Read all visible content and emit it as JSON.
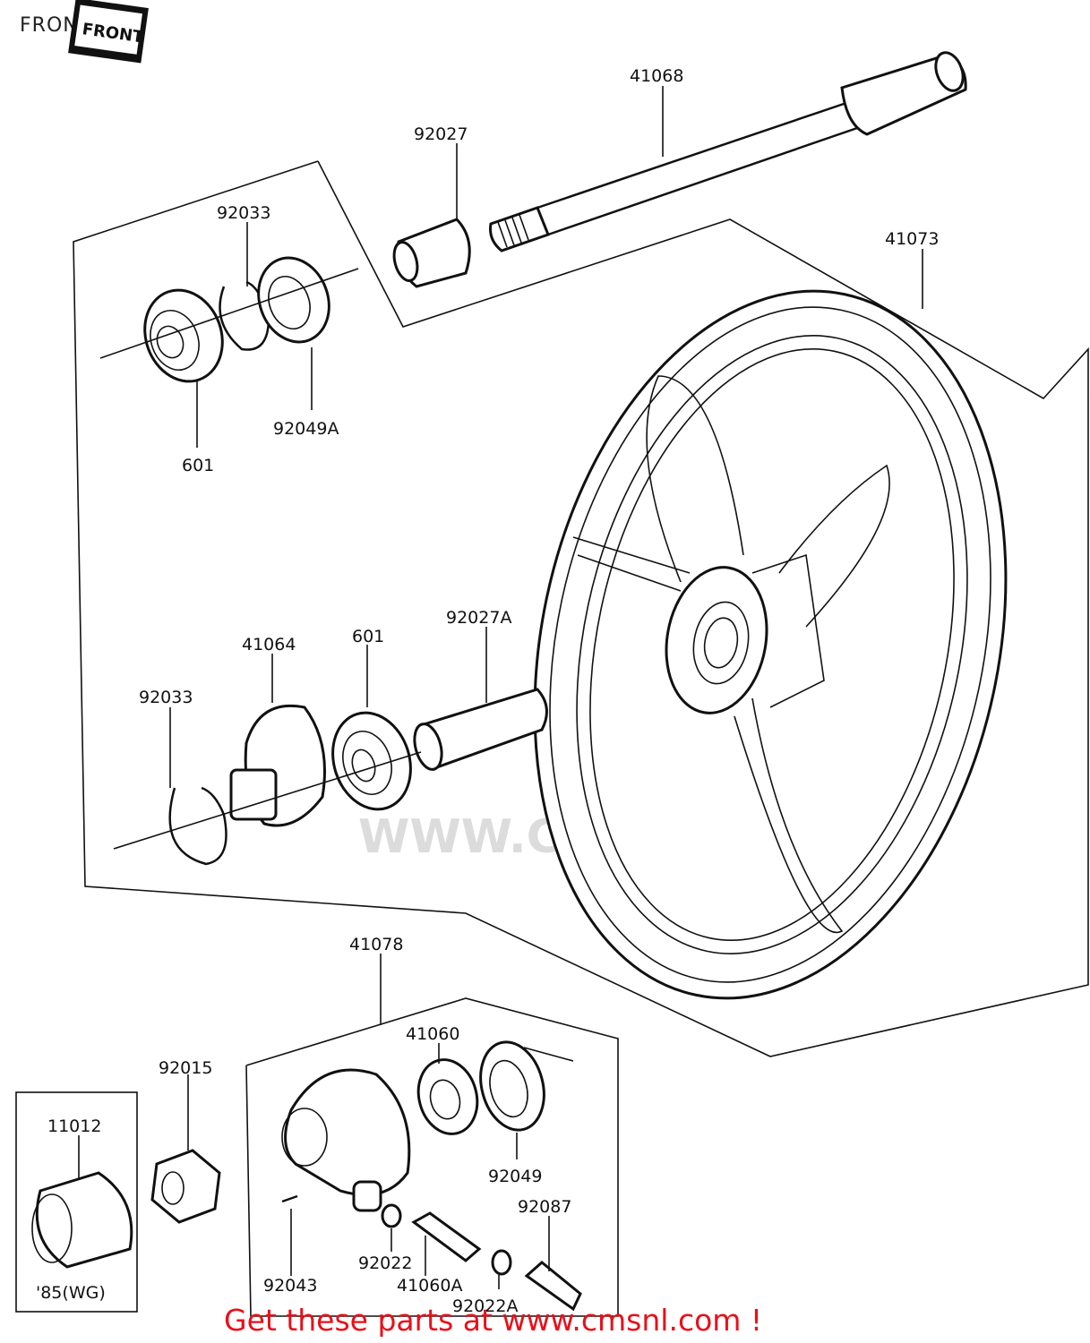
{
  "page": {
    "title": "FRONT HUB",
    "front_tag": "FRONT",
    "watermark": "WWW.CMSNL.COM",
    "promo_link": "Get these parts at www.cmsnl.com !"
  },
  "labels": {
    "p41068": "41068",
    "p92027": "92027",
    "p92033_top": "92033",
    "p41073": "41073",
    "p92049A": "92049A",
    "p601_top": "601",
    "p41064": "41064",
    "p601_mid": "601",
    "p92027A": "92027A",
    "p92033_mid": "92033",
    "p41078": "41078",
    "p41060": "41060",
    "p92015": "92015",
    "p11012": "11012",
    "p92049": "92049",
    "p92087": "92087",
    "p92022": "92022",
    "p92043": "92043",
    "p41060A": "41060A",
    "p92022A": "92022A",
    "p85WG": "'85(WG)"
  }
}
